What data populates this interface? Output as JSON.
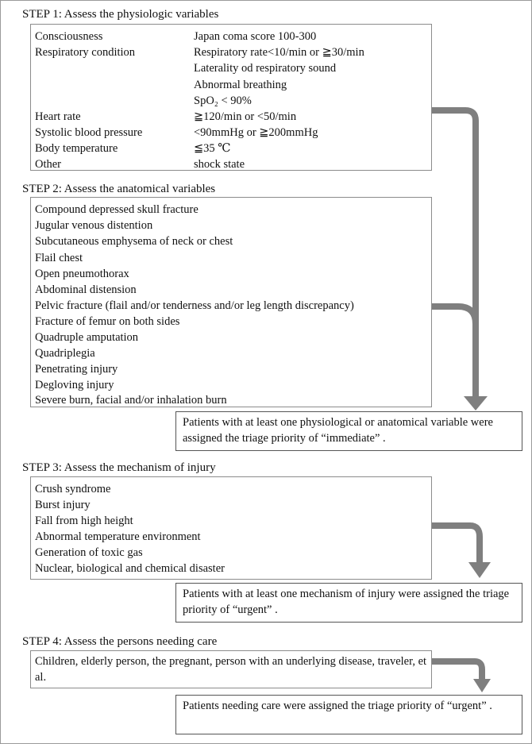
{
  "step1": {
    "title": "STEP 1: Assess the physiologic variables",
    "rows": [
      {
        "label": "Consciousness",
        "value": "Japan coma score 100-300"
      },
      {
        "label": "Respiratory condition",
        "value": "Respiratory rate<10/min or  ≧30/min"
      },
      {
        "label": "",
        "value": "Laterality od respiratory sound"
      },
      {
        "label": "",
        "value": "Abnormal breathing"
      },
      {
        "label": "",
        "value": "SpO₂ < 90%"
      },
      {
        "label": "Heart rate",
        "value": "≧120/min or <50/min"
      },
      {
        "label": "Systolic blood pressure",
        "value": "<90mmHg or ≧200mmHg"
      },
      {
        "label": "Body temperature",
        "value": "≦35 ℃"
      },
      {
        "label": "Other",
        "value": "shock state"
      }
    ]
  },
  "step2": {
    "title": "STEP 2: Assess the anatomical variables",
    "items": [
      "Compound depressed  skull fracture",
      "Jugular venous distention",
      "Subcutaneous emphysema of neck or chest",
      "Flail chest",
      "Open pneumothorax",
      "Abdominal distension",
      "Pelvic fracture (flail and/or tenderness and/or leg length discrepancy)",
      "Fracture of femur on both sides",
      "Quadruple amputation",
      "Quadriplegia",
      "Penetrating injury",
      "Degloving injury",
      "Severe burn, facial and/or inhalation burn"
    ],
    "result": "Patients with at least one physiological or anatomical variable were assigned the triage priority of “immediate” ."
  },
  "step3": {
    "title": "STEP 3: Assess the mechanism of injury",
    "items": [
      "Crush syndrome",
      "Burst injury",
      "Fall from high height",
      "Abnormal temperature environment",
      "Generation of toxic gas",
      "Nuclear, biological and chemical disaster"
    ],
    "result": "Patients with at least one mechanism of injury were assigned the triage priority of “urgent” ."
  },
  "step4": {
    "title": "STEP 4: Assess the persons needing care",
    "items": [
      "Children, elderly person, the pregnant, person with an underlying disease, traveler, et al."
    ],
    "result": "Patients needing care were assigned the triage priority of “urgent” ."
  },
  "colors": {
    "arrow": "#7f7f7f",
    "box_border": "#8c8c8c",
    "text": "#111111"
  }
}
